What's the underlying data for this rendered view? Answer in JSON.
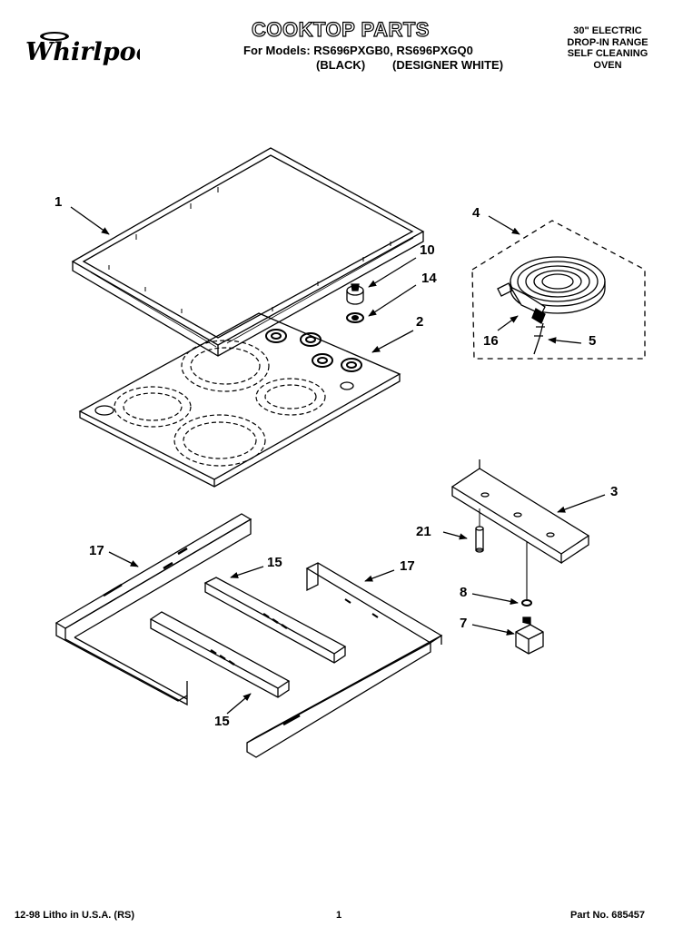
{
  "header": {
    "brand": "Whirlpool",
    "title": "COOKTOP PARTS",
    "models_line": "For Models: RS696PXGB0, RS696PXGQ0",
    "model_black": "(BLACK)",
    "model_white": "(DESIGNER WHITE)",
    "description": [
      "30\" ELECTRIC",
      "DROP-IN RANGE",
      "SELF CLEANING",
      "OVEN"
    ]
  },
  "callouts": [
    "1",
    "10",
    "14",
    "2",
    "4",
    "16",
    "5",
    "3",
    "21",
    "17",
    "15",
    "17",
    "8",
    "7",
    "15"
  ],
  "footer": {
    "litho": "12-98 Litho in U.S.A. (RS)",
    "page": "1",
    "part_no": "Part No. 685457"
  }
}
